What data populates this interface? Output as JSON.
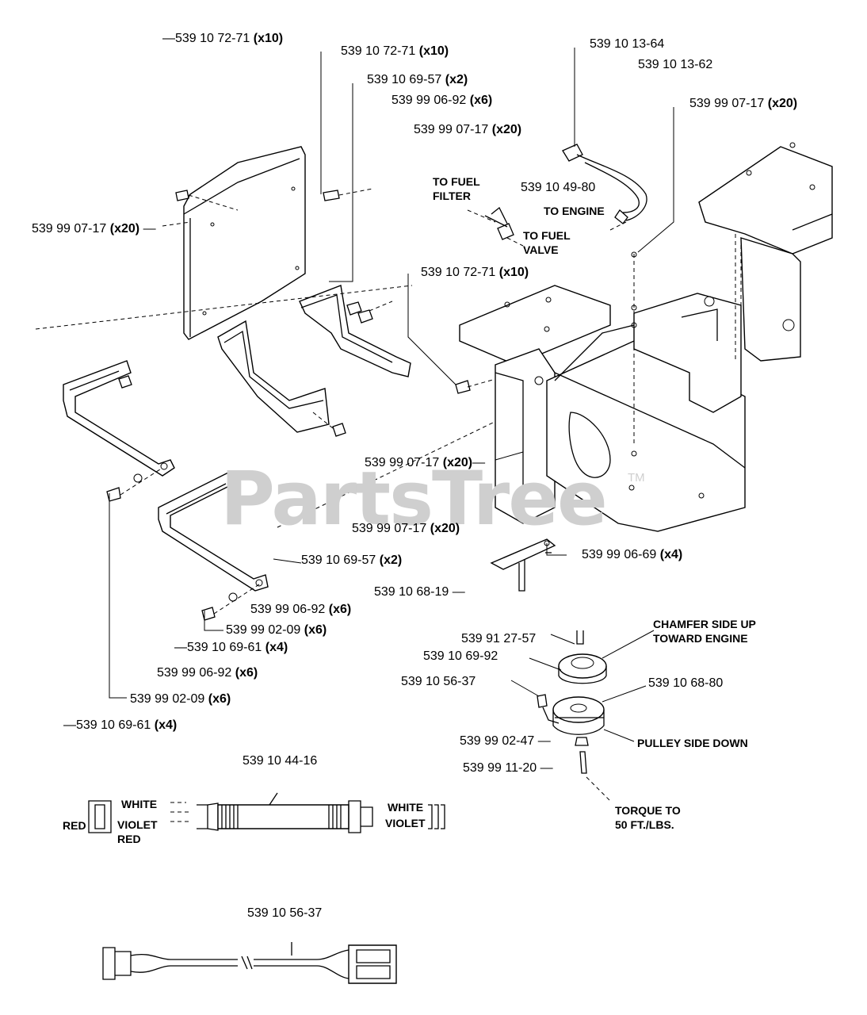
{
  "watermark": {
    "brand": "PartsTree",
    "tm": "TM"
  },
  "callouts": [
    {
      "part": "539 10 72-71",
      "qty": "(x10)"
    },
    {
      "part": "539 10 72-71",
      "qty": "(x10)"
    },
    {
      "part": "539 10 69-57",
      "qty": "(x2)"
    },
    {
      "part": "539 99 06-92",
      "qty": "(x6)"
    },
    {
      "part": "539 99 07-17",
      "qty": "(x20)"
    },
    {
      "part": "539 10 13-64",
      "qty": ""
    },
    {
      "part": "539 10 13-62",
      "qty": ""
    },
    {
      "part": "539 99 07-17",
      "qty": "(x20)"
    },
    {
      "part": "539 99 07-17",
      "qty": "(x20)"
    },
    {
      "part": "539 10 49-80",
      "qty": ""
    },
    {
      "part": "539 10 72-71",
      "qty": "(x10)"
    },
    {
      "part": "539 99 07-17",
      "qty": "(x20)"
    },
    {
      "part": "539 99 07-17",
      "qty": "(x20)"
    },
    {
      "part": "539 10 69-57",
      "qty": "(x2)"
    },
    {
      "part": "539 99 06-69",
      "qty": "(x4)"
    },
    {
      "part": "539 10 68-19",
      "qty": ""
    },
    {
      "part": "539 99 06-92",
      "qty": "(x6)"
    },
    {
      "part": "539 99 02-09",
      "qty": "(x6)"
    },
    {
      "part": "539 10 69-61",
      "qty": "(x4)"
    },
    {
      "part": "539 99 06-92",
      "qty": "(x6)"
    },
    {
      "part": "539 99 02-09",
      "qty": "(x6)"
    },
    {
      "part": "539 10 69-61",
      "qty": "(x4)"
    },
    {
      "part": "539 91 27-57",
      "qty": ""
    },
    {
      "part": "539 10 69-92",
      "qty": ""
    },
    {
      "part": "539 10 56-37",
      "qty": ""
    },
    {
      "part": "539 10 68-80",
      "qty": ""
    },
    {
      "part": "539 99 02-47",
      "qty": ""
    },
    {
      "part": "539 99 11-20",
      "qty": ""
    },
    {
      "part": "539 10 44-16",
      "qty": ""
    },
    {
      "part": "539 10 56-37",
      "qty": ""
    }
  ],
  "notes": {
    "to_fuel_filter_1": "TO FUEL",
    "to_fuel_filter_2": "FILTER",
    "to_engine": "TO ENGINE",
    "to_fuel_valve_1": "TO FUEL",
    "to_fuel_valve_2": "VALVE",
    "chamfer_1": "CHAMFER SIDE UP",
    "chamfer_2": "TOWARD ENGINE",
    "pulley": "PULLEY SIDE DOWN",
    "torque_1": "TORQUE TO",
    "torque_2": "50 FT./LBS."
  },
  "wires": {
    "left_white": "WHITE",
    "left_red": "RED",
    "left_violet": "VIOLET",
    "left_red2": "RED",
    "right_white": "WHITE",
    "right_violet": "VIOLET"
  },
  "leaders": [
    "—",
    "—",
    "—",
    "—",
    "—",
    "—",
    "—",
    "—",
    "—"
  ]
}
